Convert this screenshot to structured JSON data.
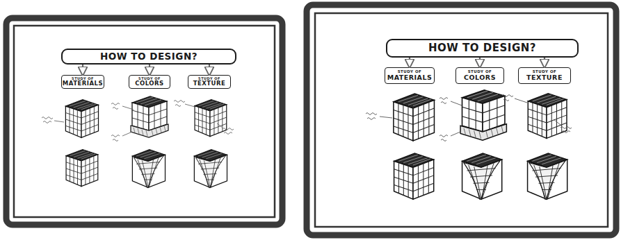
{
  "diagram": {
    "nodes": [
      {
        "text": [
          "HOW TO DESIGN?"
        ]
      },
      {
        "text": [
          "STUDY OF",
          "MATERIALS"
        ]
      },
      {
        "text": [
          "STUDY OF",
          "COLORS"
        ]
      },
      {
        "text": [
          "STUDY OF",
          "TEXTURE"
        ]
      },
      {
        "text": [
          "HOW TO DESIGN?"
        ]
      },
      {
        "text": [
          "STUDY OF",
          "MATERIALS"
        ]
      },
      {
        "text": [
          "STUDY OF",
          "COLORS"
        ]
      },
      {
        "text": [
          "STUDY OF",
          "TEXTURE"
        ]
      }
    ],
    "edges": [
      {
        "from": 0,
        "to": 1,
        "arrow": "to"
      },
      {
        "from": 0,
        "to": 2,
        "arrow": "to"
      },
      {
        "from": 0,
        "to": 3,
        "arrow": "to"
      },
      {
        "from": 4,
        "to": 5,
        "arrow": "to"
      },
      {
        "from": 4,
        "to": 6,
        "arrow": "to"
      },
      {
        "from": 4,
        "to": 7,
        "arrow": "to"
      }
    ]
  }
}
